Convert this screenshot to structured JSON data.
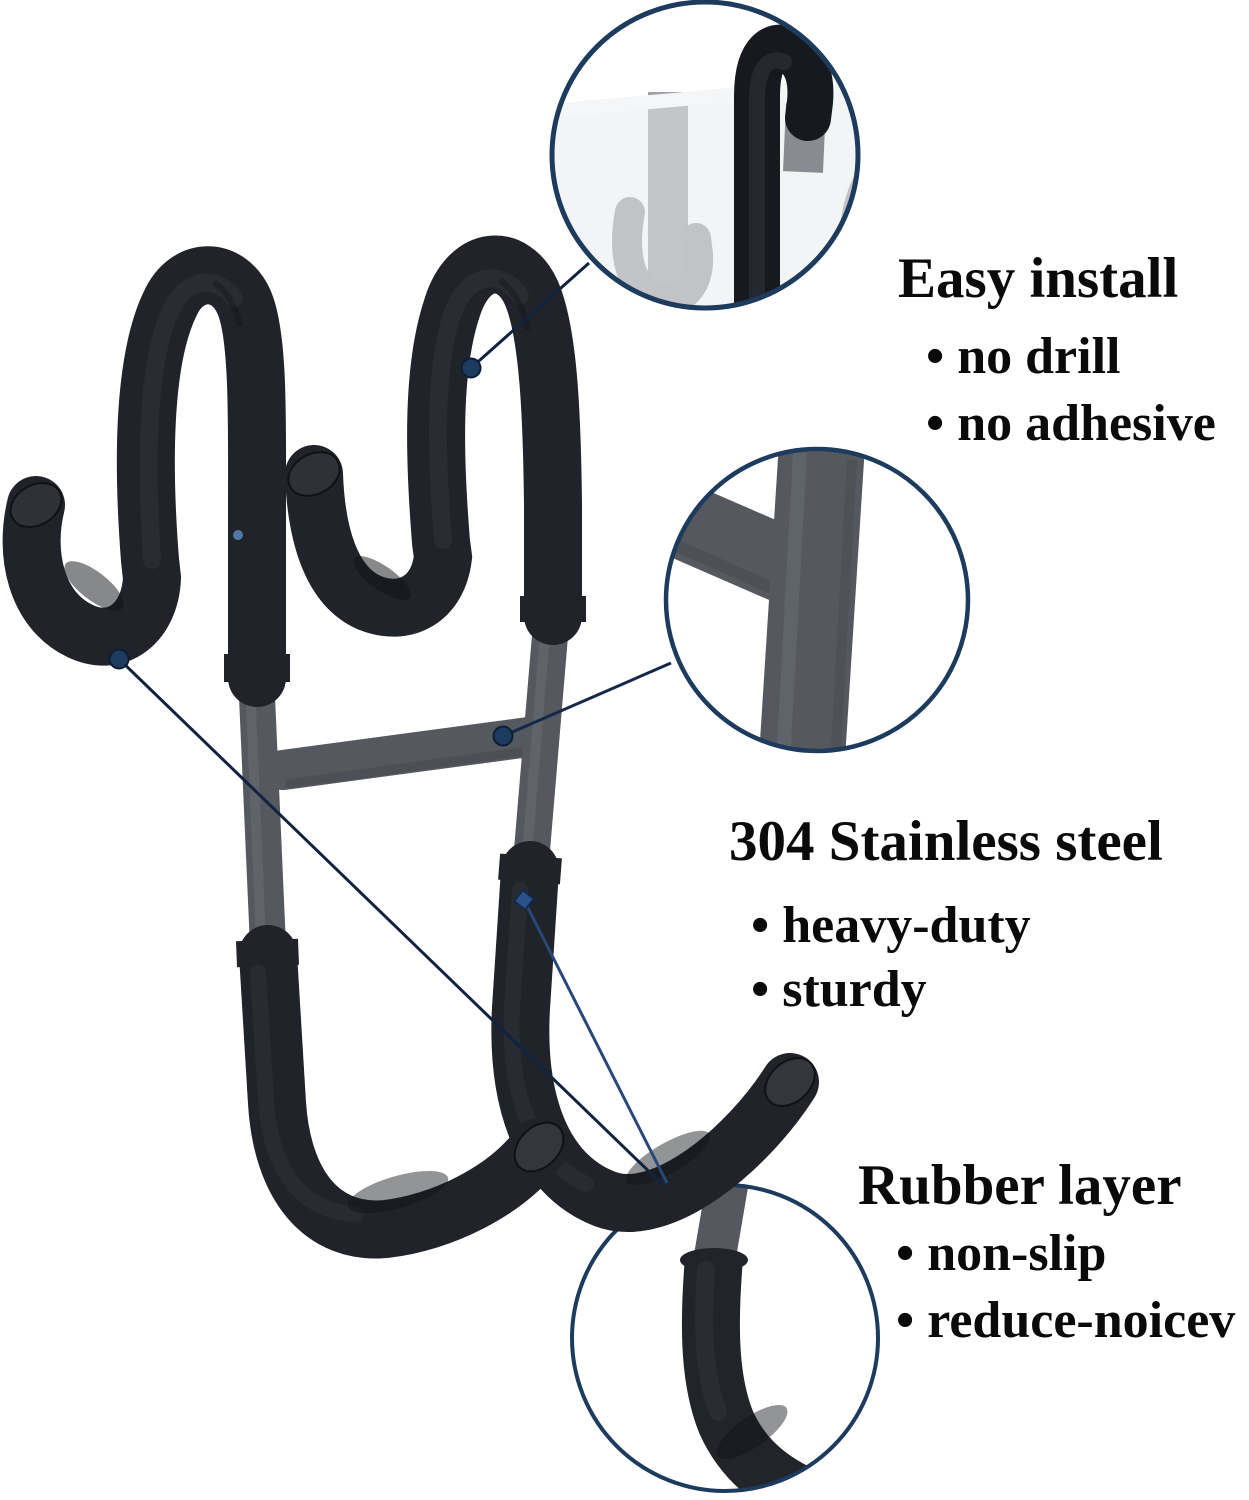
{
  "callouts": {
    "easy": {
      "title": "Easy install",
      "bullet1": "• no drill",
      "bullet2": "• no adhesive"
    },
    "steel": {
      "title": "304 Stainless steel",
      "bullet1": "• heavy-duty",
      "bullet2": "• sturdy"
    },
    "rubber": {
      "title": "Rubber layer",
      "bullet1": "• non-slip",
      "bullet2": "• reduce-noicev"
    }
  },
  "colors": {
    "background": "#ffffff",
    "text": "#0a0a0a",
    "circle_outline_navy": "#1c3b5d",
    "leader_line": "#10233f",
    "leader_dot": "#1d3a5f",
    "rubber_black": "#202329",
    "steel_gray": "#55585e",
    "glass_gray": "#e7eaec",
    "ghost_gray": "#9a9da2"
  }
}
